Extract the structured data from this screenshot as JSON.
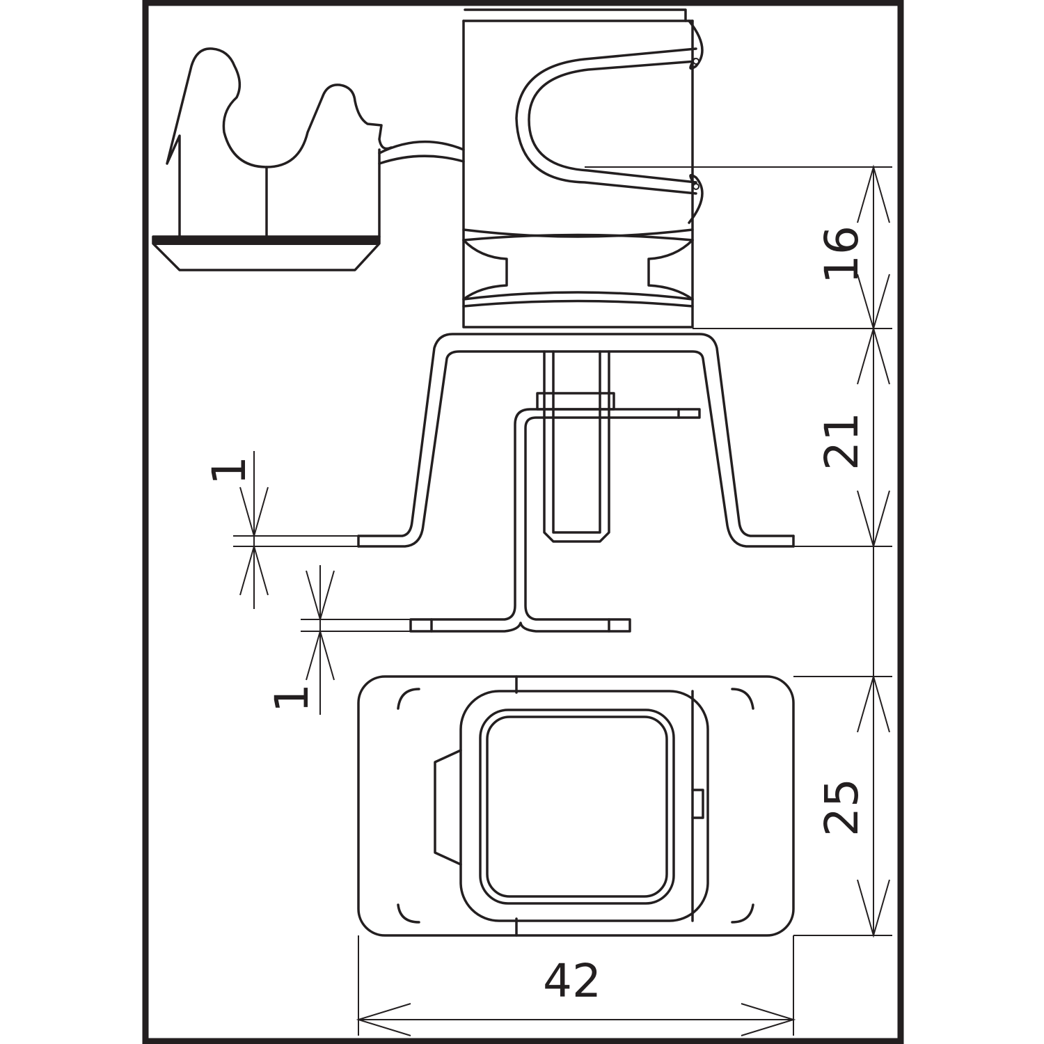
{
  "dimensions": {
    "d16": "16",
    "d21": "21",
    "d25": "25",
    "d42": "42",
    "wall_top": "1",
    "wall_bottom": "1"
  },
  "colors": {
    "line": "#231f20",
    "background": "#ffffff"
  }
}
